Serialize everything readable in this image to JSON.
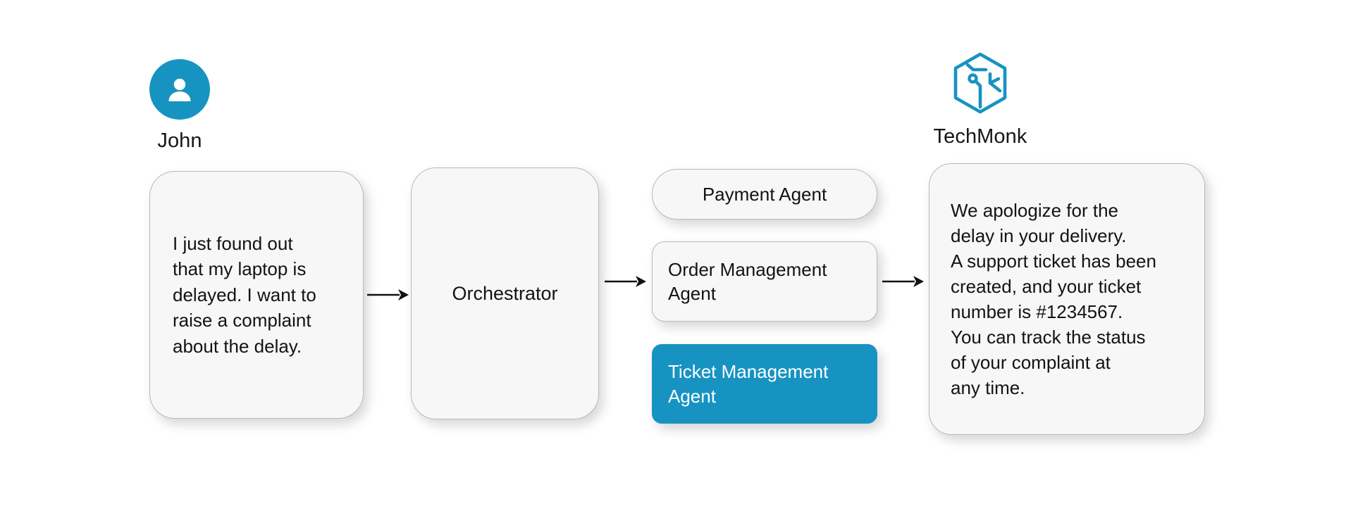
{
  "theme": {
    "background": "#ffffff",
    "accent": "#1793c2",
    "card_background": "#f7f7f7",
    "card_border": "#b9b9b9",
    "text": "#131313",
    "accent_text": "#ffffff"
  },
  "actors": {
    "user": {
      "name": "John",
      "icon": "user-avatar-icon"
    },
    "brand": {
      "name": "TechMonk",
      "icon": "techmonk-hexagon-logo-icon"
    }
  },
  "flow": {
    "user_message": "I just found out\nthat my laptop is\ndelayed. I want to\nraise a complaint\nabout the delay.",
    "orchestrator_label": "Orchestrator",
    "agents": [
      {
        "label": "Payment Agent",
        "selected": false
      },
      {
        "label": "Order Management\nAgent",
        "selected": false
      },
      {
        "label": "Ticket Management\nAgent",
        "selected": true
      }
    ],
    "response_message": "We apologize for the\ndelay in your delivery.\nA support ticket has been\ncreated, and your ticket\nnumber is #1234567.\nYou can track the status\nof your complaint at\nany time.",
    "ticket_number": "#1234567",
    "arrows": [
      {
        "name": "arrow-user-to-orchestrator"
      },
      {
        "name": "arrow-orchestrator-to-agents"
      },
      {
        "name": "arrow-agents-to-response"
      }
    ]
  }
}
